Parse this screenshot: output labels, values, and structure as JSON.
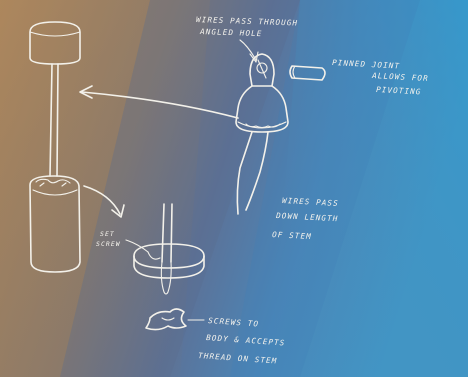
{
  "annotations": {
    "wires_angled_line1": "WIRES PASS THROUGH",
    "wires_angled_line2": "ANGLED HOLE",
    "pinned_joint_line1": "PINNED JOINT",
    "pinned_joint_line2": "ALLOWS FOR",
    "pinned_joint_line3": "PIVOTING",
    "wires_stem_line1": "WIRES PASS",
    "wires_stem_line2": "DOWN LENGTH",
    "wires_stem_line3": "OF STEM",
    "set_screw_line1": "SET",
    "set_screw_line2": "SCREW",
    "screws_line1": "SCREWS TO",
    "screws_line2": "BODY & ACCEPTS",
    "screws_line3": "THREAD ON STEM"
  },
  "colors": {
    "background_left": "#a07f5a",
    "background_mid": "#5f7294",
    "background_right": "#3f95c6",
    "ink": "#f3f1ea"
  }
}
